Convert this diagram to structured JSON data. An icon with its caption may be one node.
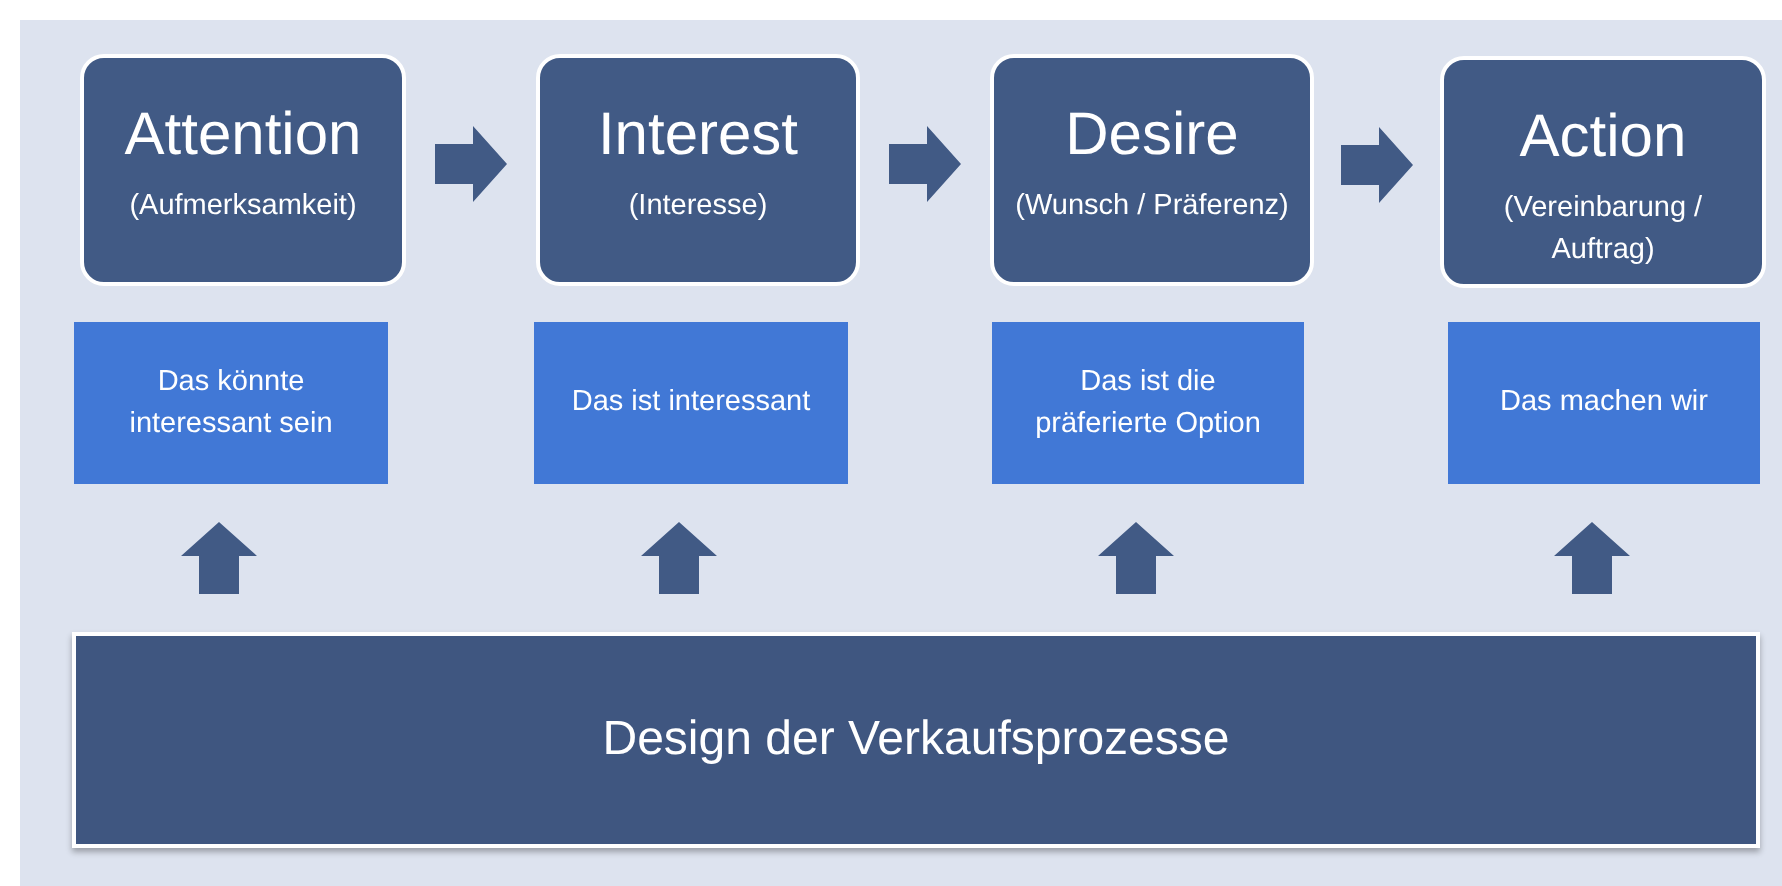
{
  "diagram": {
    "nodes": [
      {
        "text": [
          "Attention",
          "(Aufmerksamkeit)"
        ]
      },
      {
        "text": [
          "Interest",
          "(Interesse)"
        ]
      },
      {
        "text": [
          "Desire",
          "(Wunsch / Präferenz)"
        ]
      },
      {
        "text": [
          "Action",
          "(Vereinbarung / Auftrag)"
        ]
      },
      {
        "text": [
          "Das könnte interessant sein"
        ]
      },
      {
        "text": [
          "Das ist interessant"
        ]
      },
      {
        "text": [
          "Das ist die präferierte Option"
        ]
      },
      {
        "text": [
          "Das machen wir"
        ]
      },
      {
        "text": [
          "Design der Verkaufsprozesse"
        ]
      }
    ],
    "edges": [
      {
        "from": 0,
        "to": 1,
        "arrow": "to"
      },
      {
        "from": 1,
        "to": 2,
        "arrow": "to"
      },
      {
        "from": 2,
        "to": 3,
        "arrow": "to"
      },
      {
        "from": 8,
        "to": 4,
        "arrow": "to"
      },
      {
        "from": 8,
        "to": 5,
        "arrow": "to"
      },
      {
        "from": 8,
        "to": 6,
        "arrow": "to"
      },
      {
        "from": 8,
        "to": 7,
        "arrow": "to"
      }
    ]
  }
}
